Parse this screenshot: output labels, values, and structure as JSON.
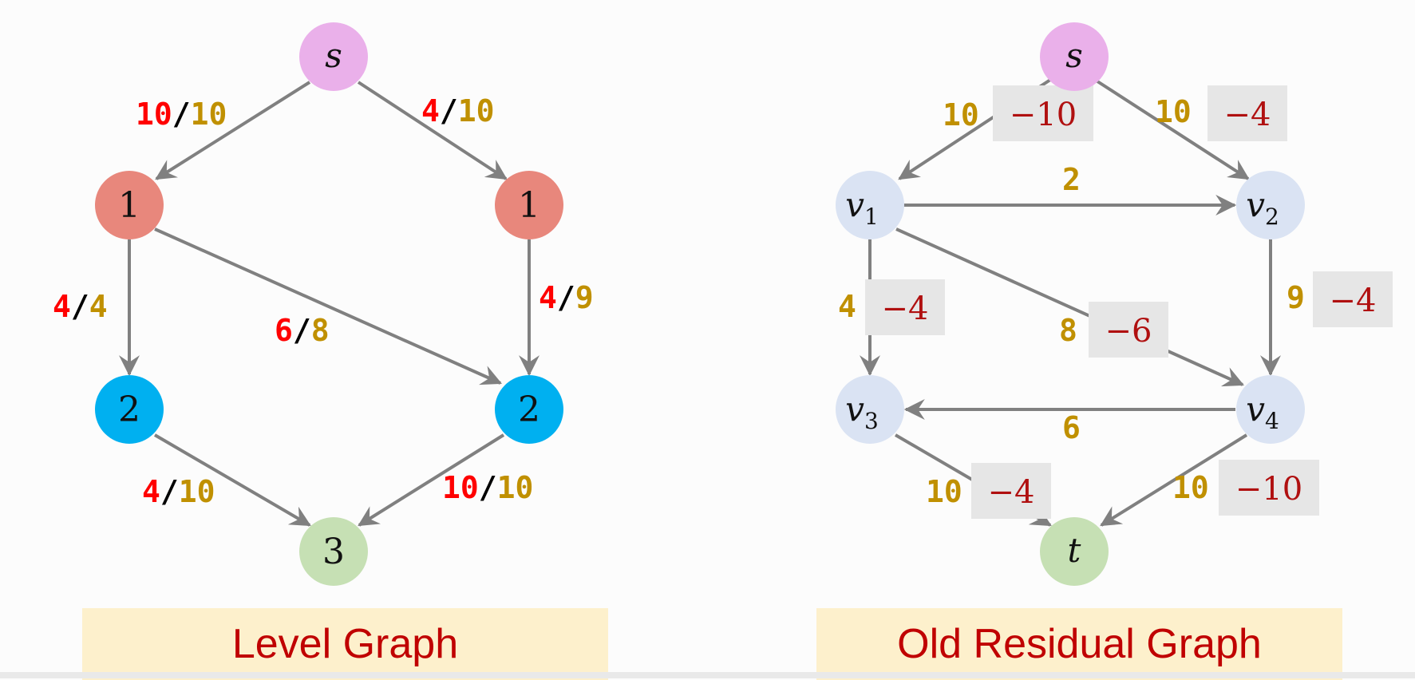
{
  "colors": {
    "edge": "#808080",
    "flow_red": "#ff0000",
    "capacity_gold": "#c09000",
    "residual_red": "#b01010",
    "residual_box": "#e6e6e6",
    "caption_bg": "#fdf0cc",
    "caption_text": "#c00000"
  },
  "level_graph": {
    "title": "Level Graph",
    "nodes": {
      "s": {
        "label": "s",
        "fill": "#eab0ea"
      },
      "a": {
        "label": "1",
        "fill": "#e8877c"
      },
      "b": {
        "label": "1",
        "fill": "#e8877c"
      },
      "c": {
        "label": "2",
        "fill": "#00b0f0"
      },
      "d": {
        "label": "2",
        "fill": "#00b0f0"
      },
      "t": {
        "label": "3",
        "fill": "#c6e0b4"
      }
    },
    "edges": {
      "s_a": {
        "flow": "10",
        "cap": "10"
      },
      "s_b": {
        "flow": "4",
        "cap": "10"
      },
      "a_c": {
        "flow": "4",
        "cap": "4"
      },
      "a_d": {
        "flow": "6",
        "cap": "8"
      },
      "b_d": {
        "flow": "4",
        "cap": "9"
      },
      "c_t": {
        "flow": "4",
        "cap": "10"
      },
      "d_t": {
        "flow": "10",
        "cap": "10"
      }
    }
  },
  "residual_graph": {
    "title": "Old Residual Graph",
    "nodes": {
      "s": {
        "label": "s",
        "fill": "#eab0ea"
      },
      "v1": {
        "label": "v",
        "sub": "1",
        "fill": "#dae3f3"
      },
      "v2": {
        "label": "v",
        "sub": "2",
        "fill": "#dae3f3"
      },
      "v3": {
        "label": "v",
        "sub": "3",
        "fill": "#dae3f3"
      },
      "v4": {
        "label": "v",
        "sub": "4",
        "fill": "#dae3f3"
      },
      "t": {
        "label": "t",
        "fill": "#c6e0b4"
      }
    },
    "edges": {
      "s_v1": {
        "cap": "10",
        "delta": "−10"
      },
      "s_v2": {
        "cap": "10",
        "delta": "−4"
      },
      "v1_v2": {
        "cap": "2"
      },
      "v1_v3": {
        "cap": "4",
        "delta": "−4"
      },
      "v1_v4": {
        "cap": "8",
        "delta": "−6"
      },
      "v2_v4": {
        "cap": "9",
        "delta": "−4"
      },
      "v4_v3": {
        "cap": "6"
      },
      "v3_t": {
        "cap": "10",
        "delta": "−4"
      },
      "v4_t": {
        "cap": "10",
        "delta": "−10"
      }
    }
  }
}
